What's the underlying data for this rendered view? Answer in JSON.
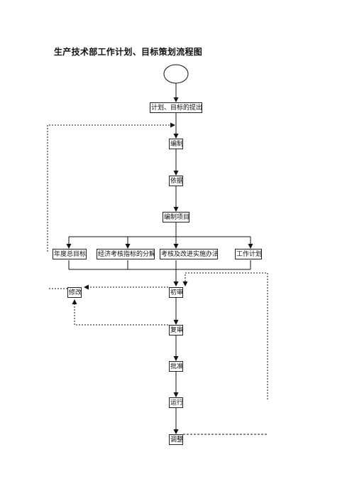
{
  "title": "生产技术部工作计划、目标策划流程图",
  "nodes": {
    "start": "",
    "proposal": "计划、目标的提出",
    "compile": "编制",
    "basis": "依据",
    "items": "编制项目",
    "annual_goal": "年度总目标",
    "econ_index": "经济考核指标的分解",
    "assessment": "考核及改进实施办法",
    "work_plan": "工作计划",
    "revise": "修改",
    "preliminary": "初审",
    "review": "复审",
    "approve": "批准",
    "run": "运行",
    "adjust": "调整"
  }
}
